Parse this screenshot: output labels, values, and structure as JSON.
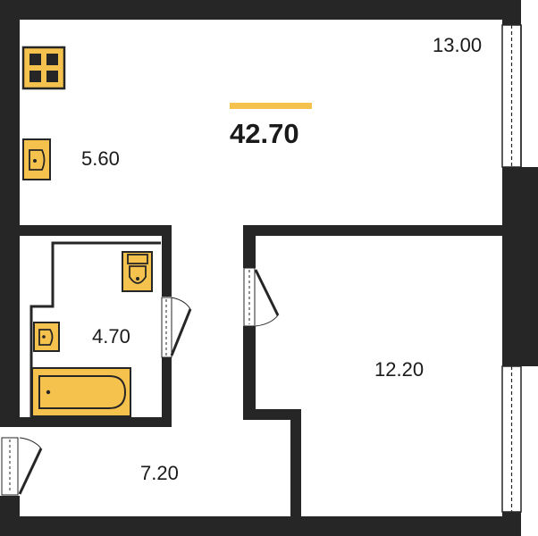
{
  "plan": {
    "total_area": "42.70",
    "rooms": {
      "living": "13.00",
      "kitchen": "5.60",
      "bathroom": "4.70",
      "bedroom": "12.20",
      "hallway": "7.20"
    },
    "icons": {
      "stove": "stove-icon",
      "kitchen_sink": "kitchen-sink-icon",
      "toilet": "toilet-icon",
      "washbasin": "washbasin-icon",
      "bathtub": "bathtub-icon",
      "door": "door-swing-icon",
      "window": "window-icon"
    },
    "colors": {
      "wall": "#262626",
      "fixture_fill": "#f6c24e",
      "fixture_stroke": "#262626",
      "accent_bar": "#f6c24e",
      "window_frame": "#262626",
      "background": "#ffffff"
    }
  }
}
